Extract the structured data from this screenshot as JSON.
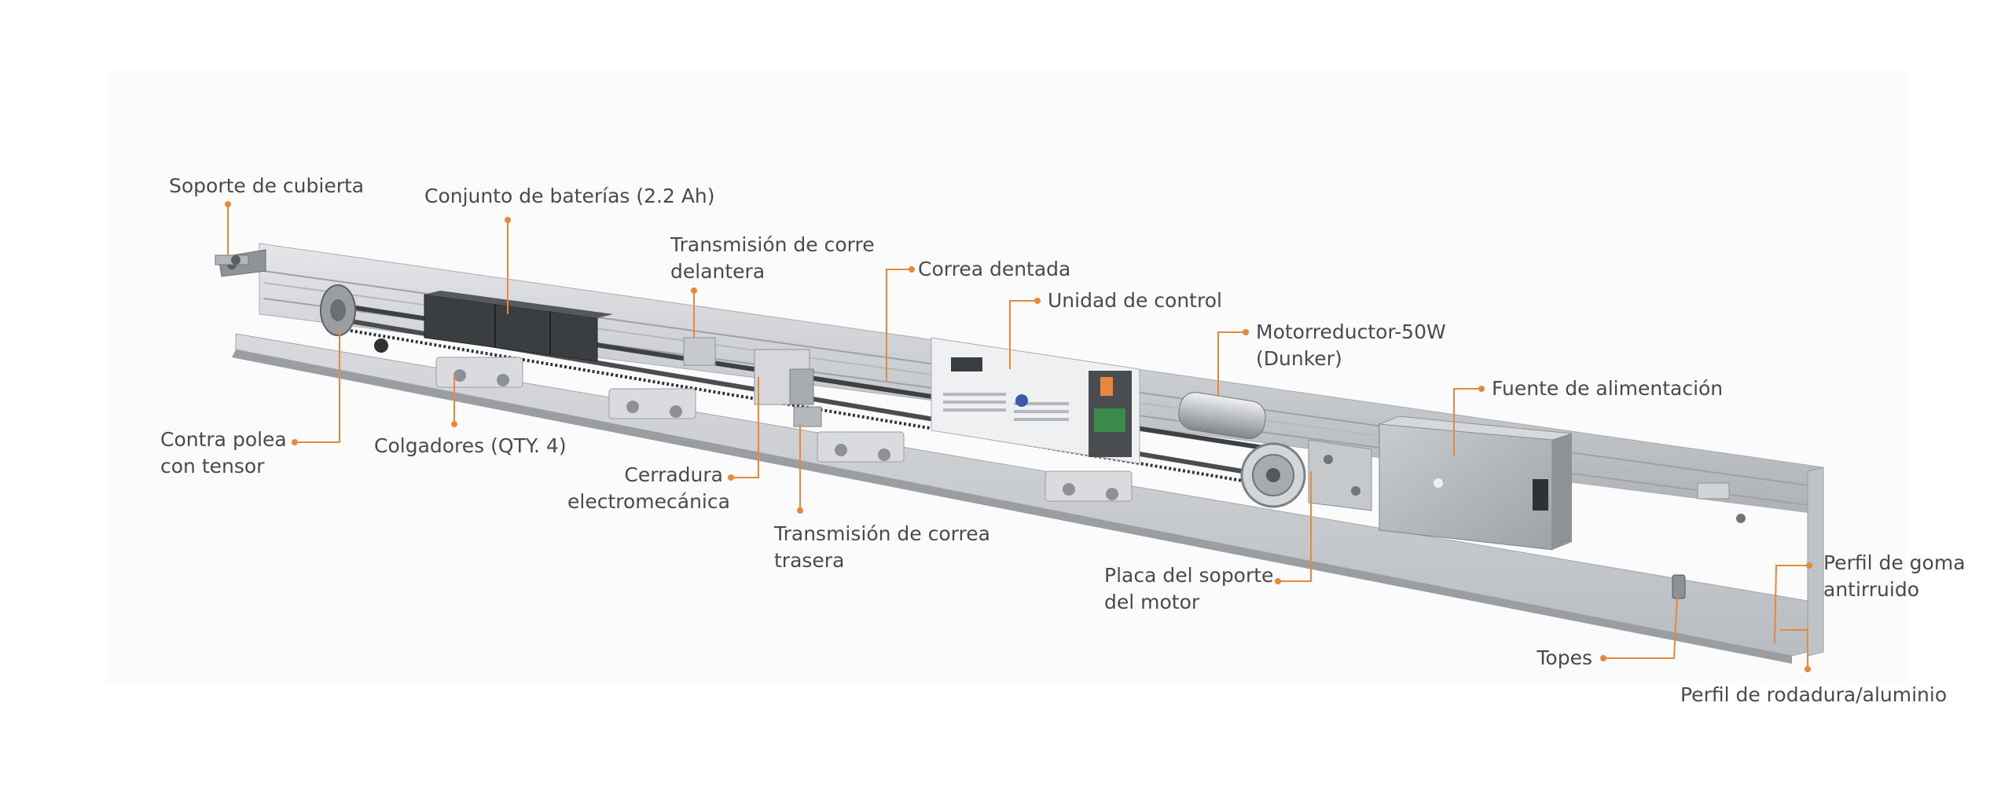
{
  "accent_color": "#e8883a",
  "labels": {
    "soporte_cubierta": "Soporte de cubierta",
    "baterias": "Conjunto de baterías (2.2 Ah)",
    "transmision_delantera": [
      "Transmisión de corre",
      "delantera"
    ],
    "correa_dentada": "Correa dentada",
    "unidad_control": "Unidad de control",
    "motorreductor": [
      "Motorreductor-50W",
      "(Dunker)"
    ],
    "fuente_alimentacion": "Fuente de alimentación",
    "contra_polea": [
      "Contra polea",
      "con tensor"
    ],
    "colgadores": "Colgadores (QTY. 4)",
    "cerradura": [
      "Cerradura",
      "electromecánica"
    ],
    "transmision_trasera": [
      "Transmisión de correa",
      "trasera"
    ],
    "placa_soporte": [
      "Placa del soporte",
      "del motor"
    ],
    "perfil_goma": [
      "Perfil de goma",
      "antirruido"
    ],
    "topes": "Topes",
    "perfil_rodadura": "Perfil de rodadura/aluminio"
  }
}
